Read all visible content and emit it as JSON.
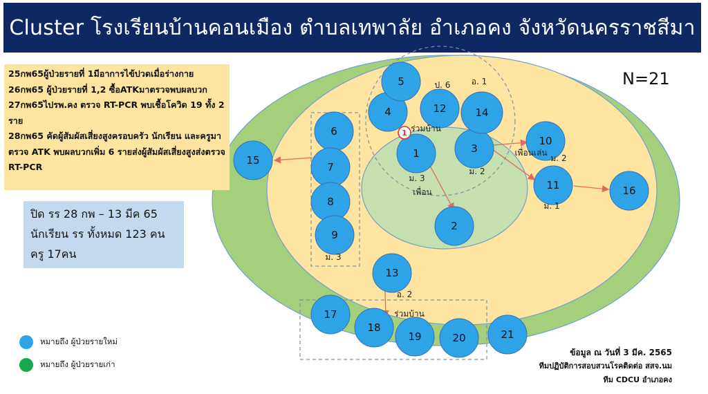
{
  "header": {
    "title": "Cluster โรงเรียนบ้านคอนเมือง  ตำบลเทพาลัย   อำเภอคง  จังหวัดนครราชสีมา"
  },
  "timeline": [
    "25กพ65ผู้ป่วยรายที่ 1มีอาการไข้ปวดเมื่อร่างกาย",
    "26กพ65 ผู้ป่วยรายที่ 1,2 ซื้อATKมาตรวจพบผลบวก",
    "27กพ65ไปรพ.คง ตรวจ RT-PCR พบเชื้อโควิด 19 ทั้ง 2 ราย",
    "28กพ65 คัดผู้สัมผัสเสี่ยงสูงครอบครัว นักเรียน และครูมาตรวจ ATK พบผลบวกเพิ่ม 6 รายส่งผู้สัมผัสเสี่ยงสูงส่งตรวจ RT-PCR"
  ],
  "closure": [
    "ปิด รร 28 กพ – 13 มีค 65",
    "นักเรียน รร ทั้งหมด 123 คน",
    "ครู  17คน"
  ],
  "n_count": "N=21",
  "legend": {
    "new_label": "หมายถึง ผู้ป่วยรายใหม่",
    "old_label": "หมายถึง ผู้ป่วยรายเก่า",
    "new_color": "#2ea3e8",
    "old_color": "#18a84c"
  },
  "source": [
    "ข้อมูล ณ วันที่ 3 มีค. 2565",
    "ทีมปฏิบัติการสอบสวนโรคติดต่อ สสจ.นม",
    "ทีม CDCU อำเภอคง"
  ],
  "colors": {
    "outer_ring": "#a4cf7b",
    "middle_ring": "#fde4a0",
    "inner_ring": "#c5dfae",
    "node": "#2ea3e8",
    "arrow": "#e06b5a",
    "dash_box": "#7f8fa8",
    "header_bg": "#0e2863"
  },
  "diagram": {
    "index_badge": "1",
    "nodes": [
      {
        "id": "1"
      },
      {
        "id": "2"
      },
      {
        "id": "3"
      },
      {
        "id": "4"
      },
      {
        "id": "5"
      },
      {
        "id": "6"
      },
      {
        "id": "7"
      },
      {
        "id": "8"
      },
      {
        "id": "9"
      },
      {
        "id": "10"
      },
      {
        "id": "11"
      },
      {
        "id": "12"
      },
      {
        "id": "13"
      },
      {
        "id": "14"
      },
      {
        "id": "15"
      },
      {
        "id": "16"
      },
      {
        "id": "17"
      },
      {
        "id": "18"
      },
      {
        "id": "19"
      },
      {
        "id": "20"
      },
      {
        "id": "21"
      }
    ],
    "labels": [
      {
        "key": "p6",
        "text": "ป. 6"
      },
      {
        "key": "a1",
        "text": "อ. 1"
      },
      {
        "key": "ruam1",
        "text": "ร่วมบ้าน"
      },
      {
        "key": "m3a",
        "text": "ม. 3"
      },
      {
        "key": "pueun",
        "text": "เพื่อน"
      },
      {
        "key": "m2a",
        "text": "ม. 2"
      },
      {
        "key": "pueunlen",
        "text": "เพื่อนเล่น"
      },
      {
        "key": "m2b",
        "text": "ม. 2"
      },
      {
        "key": "m1",
        "text": "ม. 1"
      },
      {
        "key": "m3b",
        "text": "ม. 3"
      },
      {
        "key": "a2",
        "text": "อ. 2"
      },
      {
        "key": "ruam2",
        "text": "ร่วมบ้าน"
      }
    ]
  }
}
